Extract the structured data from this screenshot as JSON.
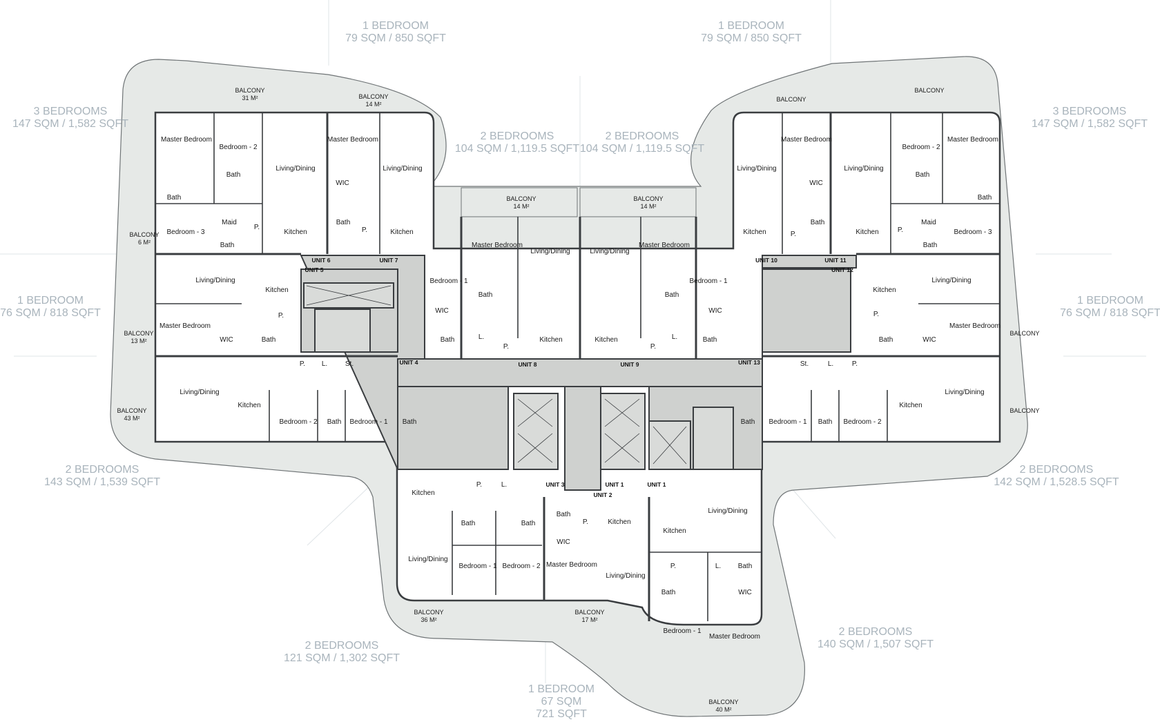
{
  "unit_summaries": [
    {
      "id": "top-left-1br",
      "line1": "1 BEDROOM",
      "line2": "79 SQM / 850 SQFT"
    },
    {
      "id": "top-right-1br",
      "line1": "1 BEDROOM",
      "line2": "79 SQM / 850 SQFT"
    },
    {
      "id": "left-3br",
      "line1": "3 BEDROOMS",
      "line2": "147 SQM / 1,582 SQFT"
    },
    {
      "id": "right-3br",
      "line1": "3 BEDROOMS",
      "line2": "147 SQM / 1,582 SQFT"
    },
    {
      "id": "center-left-2br",
      "line1": "2 BEDROOMS",
      "line2": "104 SQM / 1,119.5 SQFT"
    },
    {
      "id": "center-right-2br",
      "line1": "2 BEDROOMS",
      "line2": "104 SQM / 1,119.5 SQFT"
    },
    {
      "id": "left-1br",
      "line1": "1 BEDROOM",
      "line2": "76 SQM / 818 SQFT"
    },
    {
      "id": "right-1br",
      "line1": "1 BEDROOM",
      "line2": "76 SQM / 818 SQFT"
    },
    {
      "id": "left-2br",
      "line1": "2 BEDROOMS",
      "line2": "143 SQM / 1,539 SQFT"
    },
    {
      "id": "right-2br",
      "line1": "2 BEDROOMS",
      "line2": "142 SQM / 1,528.5 SQFT"
    },
    {
      "id": "bottom-left-2br",
      "line1": "2 BEDROOMS",
      "line2": "121 SQM / 1,302 SQFT"
    },
    {
      "id": "bottom-right-2br",
      "line1": "2 BEDROOMS",
      "line2": "140 SQM / 1,507 SQFT"
    },
    {
      "id": "bottom-1br",
      "line1": "1 BEDROOM",
      "line2": "67 SQM",
      "line3": "721 SQFT"
    }
  ],
  "balconies": [
    {
      "id": "b1",
      "line1": "BALCONY",
      "line2": "31 M²"
    },
    {
      "id": "b2",
      "line1": "BALCONY",
      "line2": "14 M²"
    },
    {
      "id": "b3",
      "line1": "BALCONY",
      "line2": ""
    },
    {
      "id": "b4",
      "line1": "BALCONY",
      "line2": ""
    },
    {
      "id": "b5",
      "line1": "BALCONY",
      "line2": "14 M²"
    },
    {
      "id": "b6",
      "line1": "BALCONY",
      "line2": "14 M²"
    },
    {
      "id": "b7",
      "line1": "BALCONY",
      "line2": "6 M²"
    },
    {
      "id": "b8",
      "line1": "BALCONY",
      "line2": "13 M²"
    },
    {
      "id": "b9",
      "line1": "BALCONY",
      "line2": ""
    },
    {
      "id": "b10",
      "line1": "BALCONY",
      "line2": "43 M²"
    },
    {
      "id": "b11",
      "line1": "BALCONY",
      "line2": ""
    },
    {
      "id": "b12",
      "line1": "BALCONY",
      "line2": "36 M²"
    },
    {
      "id": "b13",
      "line1": "BALCONY",
      "line2": "17 M²"
    },
    {
      "id": "b14",
      "line1": "BALCONY",
      "line2": "40 M²"
    }
  ],
  "units": [
    "UNIT 1",
    "UNIT 1",
    "UNIT 2",
    "UNIT 3",
    "UNIT 4",
    "UNIT 5",
    "UNIT 6",
    "UNIT 7",
    "UNIT 8",
    "UNIT 9",
    "UNIT 10",
    "UNIT 11",
    "UNIT 12",
    "UNIT 13"
  ],
  "rooms": [
    "Master Bedroom",
    "Bedroom - 2",
    "Living/Dining",
    "Bath",
    "Maid",
    "P.",
    "Kitchen",
    "Bedroom - 3",
    "Bedroom - 1",
    "WIC",
    "L.",
    "St."
  ]
}
